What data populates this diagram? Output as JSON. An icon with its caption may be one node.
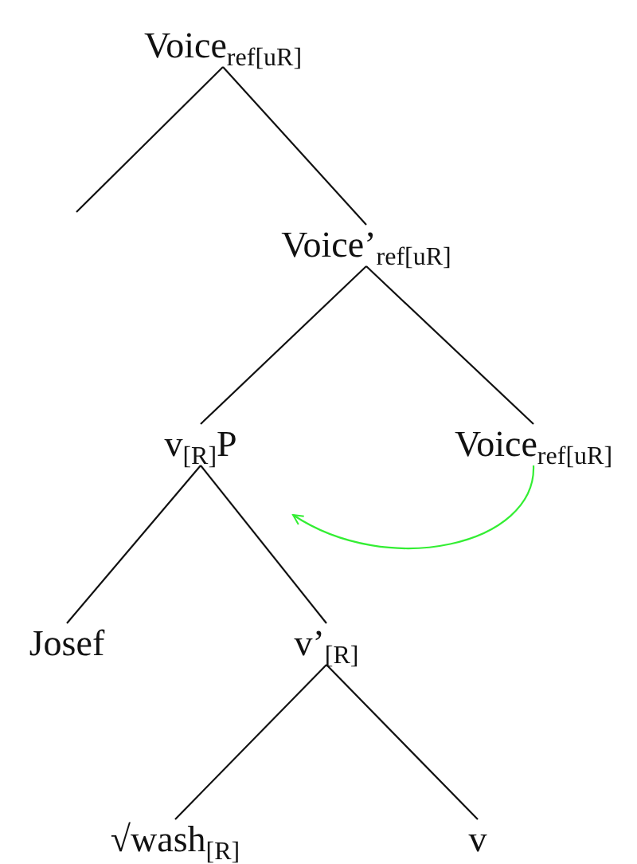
{
  "diagram": {
    "nodes": [
      {
        "text": [
          "Voice$_{ref[uR]}$"
        ]
      },
      {
        "text": [
          "Voice’$_{ref[uR]}$"
        ]
      },
      {
        "text": [
          "v$_{[R]}$P"
        ]
      },
      {
        "text": [
          "Voice$_{ref[uR]}$"
        ]
      },
      {
        "text": [
          "Josef"
        ]
      },
      {
        "text": [
          "v’$_{[R]}$"
        ]
      },
      {
        "text": [
          "√wash$_{[R]}$"
        ]
      },
      {
        "text": [
          "v"
        ]
      }
    ],
    "edges": [
      {
        "from": 0,
        "to": null,
        "arrow": "none"
      },
      {
        "from": 0,
        "to": 1,
        "arrow": "none"
      },
      {
        "from": 1,
        "to": 2,
        "arrow": "none"
      },
      {
        "from": 1,
        "to": 3,
        "arrow": "none"
      },
      {
        "from": 2,
        "to": 4,
        "arrow": "none"
      },
      {
        "from": 2,
        "to": 5,
        "arrow": "none"
      },
      {
        "from": 5,
        "to": 6,
        "arrow": "none"
      },
      {
        "from": 5,
        "to": 7,
        "arrow": "none"
      },
      {
        "from": 3,
        "to": null,
        "arrow": "to",
        "color": "#33ee33"
      }
    ]
  }
}
